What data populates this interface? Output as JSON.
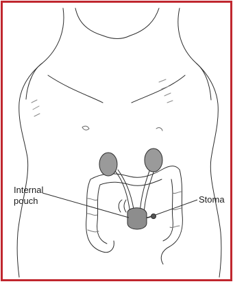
{
  "labels": {
    "internal_pouch_line1": "Internal",
    "internal_pouch_line2": "pouch",
    "stoma": "Stoma"
  },
  "colors": {
    "frame_border": "#c0262e",
    "ink": "#2b2b2b",
    "organ_fill": "#9a9a9a",
    "background": "#ffffff"
  }
}
